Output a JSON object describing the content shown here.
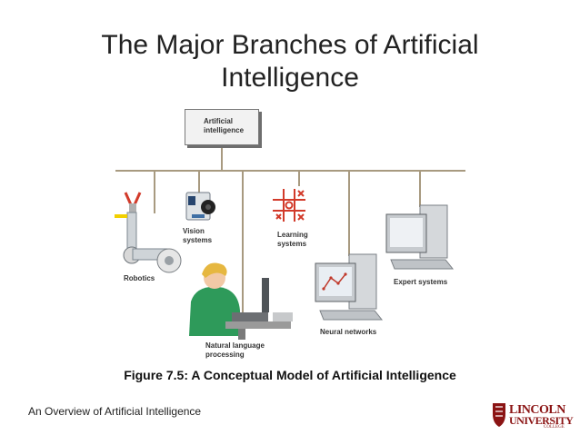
{
  "slide": {
    "title_line1": "The Major Branches of Artificial",
    "title_line2": "Intelligence",
    "caption": "Figure 7.5: A Conceptual Model of Artificial Intelligence",
    "footer": "An Overview of Artificial Intelligence"
  },
  "diagram": {
    "root_line1": "Artificial",
    "root_line2": "intelligence",
    "branches": {
      "robotics": "Robotics",
      "vision_line1": "Vision",
      "vision_line2": "systems",
      "natural_line1": "Natural language",
      "natural_line2": "processing",
      "learning_line1": "Learning",
      "learning_line2": "systems",
      "neural": "Neural networks",
      "expert": "Expert systems"
    }
  },
  "logo": {
    "line1": "LINCOLN",
    "line2": "UNIVERSITY",
    "line3": "COLLEGE"
  },
  "colors": {
    "line": "#a89a80",
    "accent_red": "#d23a2a",
    "brand": "#8b1414"
  }
}
